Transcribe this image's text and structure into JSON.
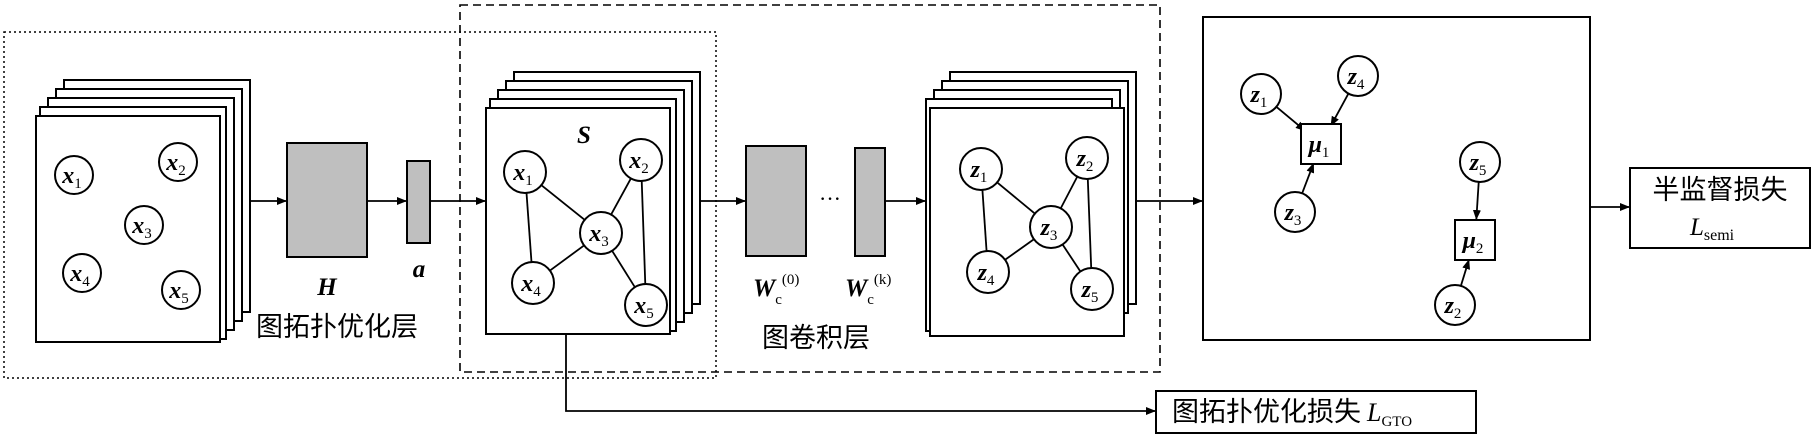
{
  "input_nodes": [
    {
      "base": "x",
      "sub": "1"
    },
    {
      "base": "x",
      "sub": "2"
    },
    {
      "base": "x",
      "sub": "3"
    },
    {
      "base": "x",
      "sub": "4"
    },
    {
      "base": "x",
      "sub": "5"
    }
  ],
  "S_nodes": [
    {
      "base": "x",
      "sub": "1"
    },
    {
      "base": "x",
      "sub": "2"
    },
    {
      "base": "x",
      "sub": "3"
    },
    {
      "base": "x",
      "sub": "4"
    },
    {
      "base": "x",
      "sub": "5"
    }
  ],
  "Z_nodes": [
    {
      "base": "z",
      "sub": "1"
    },
    {
      "base": "z",
      "sub": "2"
    },
    {
      "base": "z",
      "sub": "3"
    },
    {
      "base": "z",
      "sub": "4"
    },
    {
      "base": "z",
      "sub": "5"
    }
  ],
  "cluster_nodes": [
    {
      "base": "z",
      "sub": "1"
    },
    {
      "base": "z",
      "sub": "4"
    },
    {
      "base": "z",
      "sub": "3"
    },
    {
      "base": "z",
      "sub": "5"
    },
    {
      "base": "z",
      "sub": "2"
    }
  ],
  "centroids": [
    {
      "base": "μ",
      "sub": "1"
    },
    {
      "base": "μ",
      "sub": "2"
    }
  ],
  "labels": {
    "H": "H",
    "a": "a",
    "topo_layer": "图拓扑优化层",
    "S": "S",
    "W0_base": "W",
    "W0_sub": "c",
    "W0_sup": "(0)",
    "Wk_base": "W",
    "Wk_sub": "c",
    "Wk_sup": "(k)",
    "dots": "···",
    "gcn_layer": "图卷积层",
    "semi_loss_cn": "半监督损失",
    "semi_loss_L": "L",
    "semi_loss_sub": "semi",
    "gto_loss_cn": "图拓扑优化损失",
    "gto_loss_L": "L",
    "gto_loss_sub": "GTO"
  }
}
